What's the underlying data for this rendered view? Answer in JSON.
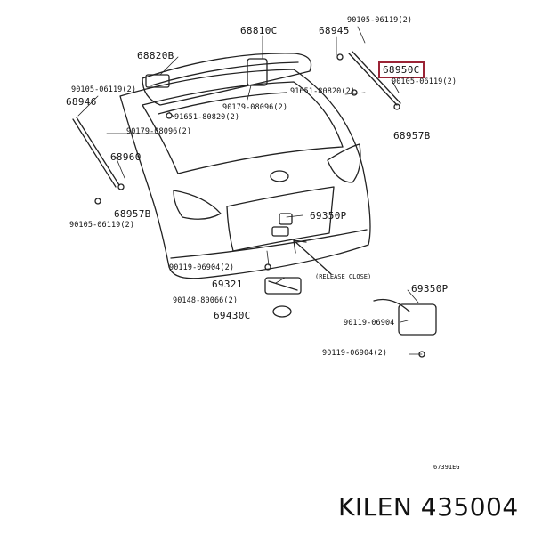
{
  "callouts": {
    "c68810C": "68810C",
    "c68945": "68945",
    "c90105_top": "90105-06119(2)",
    "c68820B": "68820B",
    "c68950C": "68950C",
    "c90105_right": "90105-06119(2)",
    "c90105_left": "90105-06119(2)",
    "c68946": "68946",
    "c91651_right": "91651-80820(2)",
    "c90179_mid": "90179-08096(2)",
    "c91651_mid": "91651-80820(2)",
    "c90179_left": "90179-08096(2)",
    "c68957B_right": "68957B",
    "c68960": "68960",
    "c68957B_left": "68957B",
    "c69350P_top": "69350P",
    "c90105_bottom": "90105-06119(2)",
    "c90119_left": "90119-06904(2)",
    "c69321": "69321",
    "c90148": "90148-80066(2)",
    "c69430C": "69430C",
    "c69350P_right": "69350P",
    "c90119_right": "90119-06904",
    "c90119_bottom": "90119-06904(2)",
    "release_note": "(RELEASE CLOSE)",
    "drawing_no": "67391EG"
  },
  "highlight_color": "#9b2335",
  "brand_caption": "KILEN 435004"
}
